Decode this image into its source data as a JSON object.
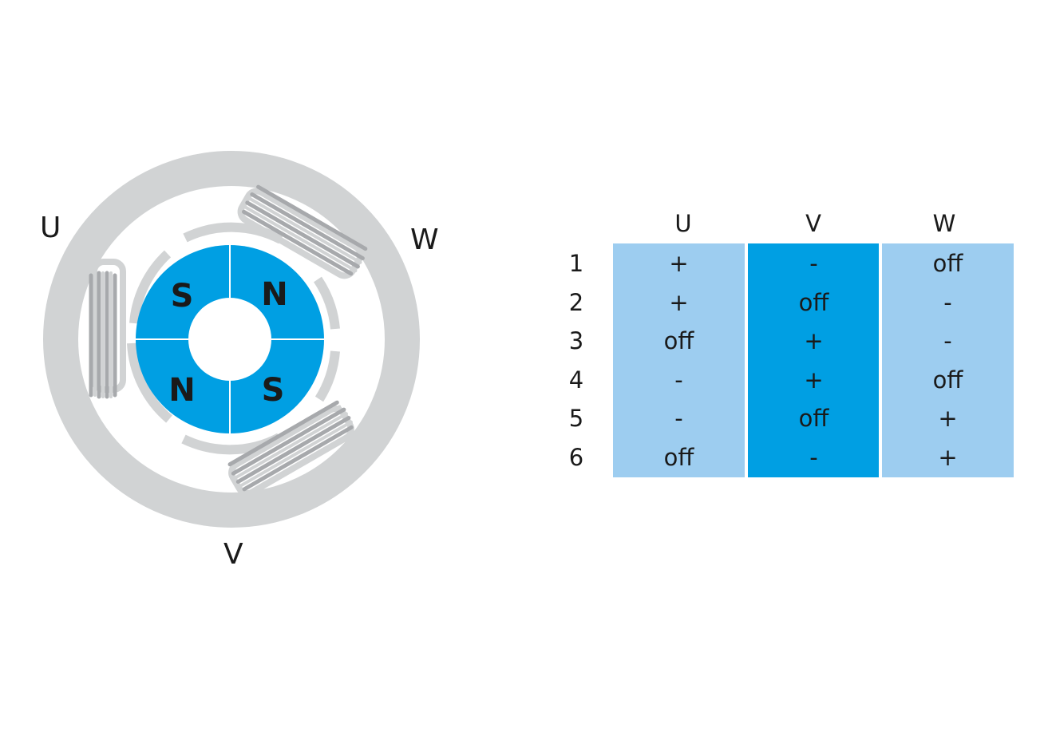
{
  "motor": {
    "phase_labels": {
      "u": "U",
      "v": "V",
      "w": "W"
    },
    "rotor_poles": [
      "S",
      "N",
      "N",
      "S"
    ],
    "colors": {
      "stator": "#d1d3d4",
      "coil_dark": "#a7a9ac",
      "rotor": "#009fe3",
      "bg": "#ffffff"
    }
  },
  "table": {
    "columns": [
      "U",
      "V",
      "W"
    ],
    "rows": [
      {
        "step": "1",
        "u": "+",
        "v": "-",
        "w": "off"
      },
      {
        "step": "2",
        "u": "+",
        "v": "off",
        "w": "-"
      },
      {
        "step": "3",
        "u": "off",
        "v": "+",
        "w": "-"
      },
      {
        "step": "4",
        "u": "-",
        "v": "+",
        "w": "off"
      },
      {
        "step": "5",
        "u": "-",
        "v": "off",
        "w": "+"
      },
      {
        "step": "6",
        "u": "off",
        "v": "-",
        "w": "+"
      }
    ],
    "colors": {
      "light": "#9dcdf0",
      "dark": "#009fe3"
    }
  }
}
